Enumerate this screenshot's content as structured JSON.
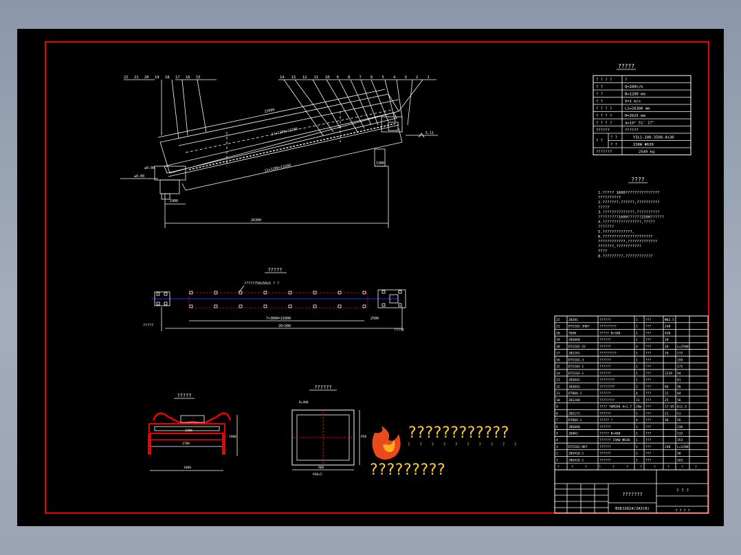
{
  "drawing": {
    "tech_params_title": "?????",
    "tech_params": [
      [
        "? ? ? ?",
        "?"
      ],
      [
        "?      ?",
        "Q=200t/h"
      ],
      [
        "?      ?",
        "B=1200 mm"
      ],
      [
        "?      ?",
        "V=1 m/s"
      ],
      [
        "? ? ? ?",
        "L1=26300 mm"
      ],
      [
        "? ? ? ?",
        "H=2625 mm"
      ],
      [
        "? ? ? ?",
        "a=14° 51' 17\""
      ],
      [
        "??????",
        "??????"
      ]
    ],
    "tech_drive_label": "? ?",
    "tech_drive_rows": [
      [
        "? ?",
        "Y3L1-100-3500-4x30"
      ],
      [
        "? ?",
        "15KW        Φ630"
      ]
    ],
    "tech_weight_label": "???????",
    "tech_weight": "2549 kg",
    "notes_title": "????",
    "notes": [
      "1.?????  1600???????????????",
      "??????????",
      "2.???????,??????,??????????",
      "?????",
      "3.??????????????,??????????",
      "?????????1600??????2500??????",
      "4.?????????????????,?????",
      "???????",
      "5.?????????????,",
      "6.??????????????????????",
      "????????????,?????????????",
      "???????,???????????",
      "7???",
      "8.?????????,????????????"
    ],
    "side_view": {
      "dim_total": "26300",
      "dim_left": "1900",
      "dim_mid1": "11×1200=13200",
      "dim_mid2": "11×1200=13200",
      "dim_top": "25900",
      "dim_right": "1300",
      "elev_left": "±0.00",
      "elev_right": "5.11",
      "callouts_left": [
        "22",
        "21",
        "20",
        "19",
        "18",
        "17",
        "16",
        "15"
      ],
      "callouts_right": [
        "14",
        "13",
        "12",
        "11",
        "10",
        "9",
        "8",
        "7",
        "6",
        "5",
        "4",
        "3",
        "2",
        "1"
      ]
    },
    "plan_view": {
      "title": "?????",
      "label_top": "??????50x50x5 ? ?",
      "dim_total": "26×300",
      "dim_mid": "7×3000=21000",
      "dim_right": "2500",
      "label_left": "?????",
      "label_right": "?????"
    },
    "section_view": {
      "title": "?????",
      "dims": [
        "1360",
        "1780",
        "1600",
        "1900"
      ]
    },
    "frame_view": {
      "title": "??????",
      "dims": [
        "B=400",
        "950",
        "960",
        "950×5"
      ]
    },
    "watermark_text_1": "????????????",
    "watermark_text_2": "?????????",
    "bom_rows": [
      [
        "22",
        "JB281",
        "??????",
        "1",
        "???",
        "Φ82.5",
        ""
      ],
      [
        "21",
        "DTII02-JH07",
        "?????????",
        "1",
        "???",
        "248",
        ""
      ],
      [
        "20",
        "TDGN",
        "????? B=500",
        "1",
        "???",
        "438",
        ""
      ],
      [
        "19",
        "JBS060",
        "??????",
        "1",
        "???",
        "28",
        ""
      ],
      [
        "18",
        "DTII02-Z2",
        "??????",
        "4",
        "???",
        "26",
        "L=2500"
      ],
      [
        "17",
        "JB2281",
        "?????????",
        "1",
        "???",
        "29",
        "172"
      ],
      [
        "16",
        "DTII02-3",
        "??????",
        "1",
        "???",
        "",
        "194"
      ],
      [
        "15",
        "DTII02-1",
        "??????",
        "1",
        "???",
        "",
        "175"
      ],
      [
        "14",
        "DTII02-1",
        "??????",
        "1",
        "???",
        "1229",
        "94"
      ],
      [
        "13",
        "JB3042",
        "????????",
        "1",
        "???",
        "",
        "81"
      ],
      [
        "12",
        "JB3041",
        "????????",
        "2",
        "???",
        "96",
        "56"
      ],
      [
        "11",
        "DT08A-1",
        "??????",
        "4",
        "???",
        "21",
        "84"
      ],
      [
        "10",
        "JB1288",
        "????????",
        "11",
        "???",
        "25",
        "56"
      ],
      [
        "9",
        "",
        "???? YOM2O4 4×1.7",
        "29m",
        "???",
        "17.95",
        "611.5"
      ],
      [
        "8",
        "JB2171",
        "??????",
        "1",
        "???",
        "21",
        "51"
      ],
      [
        "7",
        "DT08A-1",
        "????? ?",
        "4",
        "???",
        "36",
        "56"
      ],
      [
        "6",
        "JBS060",
        "??????",
        "1",
        "???",
        "",
        "236"
      ],
      [
        "5",
        "JB4K2",
        "????? B=400",
        "1",
        "???",
        "",
        "132"
      ],
      [
        "4",
        "",
        "?????? 15KW Φ630",
        "1",
        "???",
        "",
        "353"
      ],
      [
        "3",
        "DTII02-HK7",
        "??????",
        "1",
        "???",
        "248",
        "L=1200"
      ],
      [
        "2",
        "JB5418-1",
        "??????",
        "1",
        "???",
        "",
        "58"
      ],
      [
        "1",
        "JB5418-1",
        "??????",
        "1",
        "???",
        "",
        "183"
      ]
    ],
    "bom_header": [
      "?",
      "?",
      "?",
      "?",
      "?",
      "?",
      "?",
      "?",
      "?",
      "?",
      "?"
    ],
    "title_block": {
      "drawing_name": "???????",
      "drawing_no": "BSDJ2624/2A3(B)",
      "scale": "? ? ?",
      "sheet": "? ?   ? ?"
    }
  }
}
